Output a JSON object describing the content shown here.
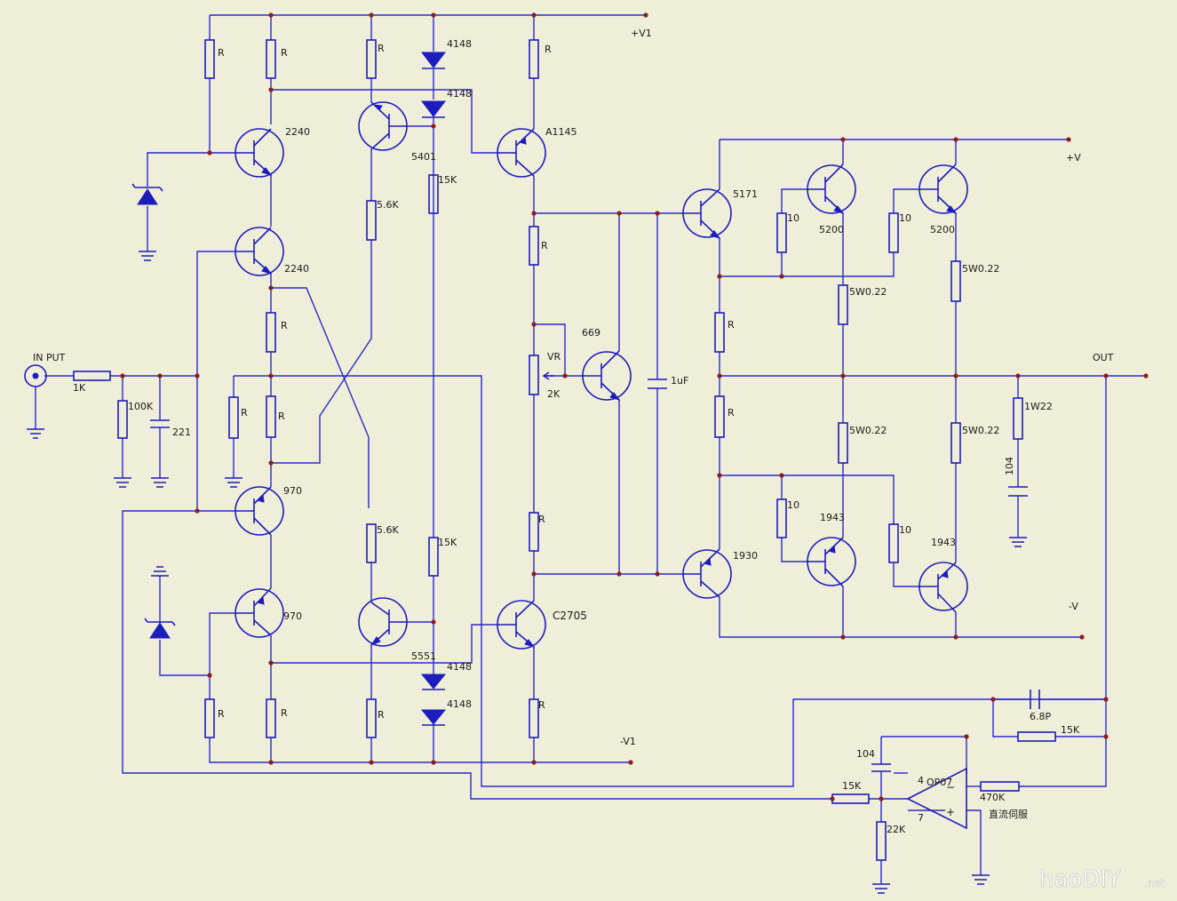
{
  "diagram": {
    "rails": {
      "pos_v1": "+V1",
      "neg_v1": "-V1",
      "pos_v": "+V",
      "neg_v": "-V"
    },
    "io": {
      "input": "IN PUT",
      "output": "OUT"
    },
    "input_network": {
      "series_r": "1K",
      "shunt_r": "100K",
      "shunt_c": "221"
    },
    "resistor_generic": "R",
    "preamp_transistors": {
      "q_top1": "2240",
      "q_top2": "2240",
      "q_bot1": "970",
      "q_bot2": "970"
    },
    "cascode_transistors": {
      "q_upper": "5401",
      "q_lower": "5551",
      "r_upper": "5.6K",
      "r_lower": "5.6K"
    },
    "diodes": {
      "d1": "4148",
      "d2": "4148",
      "d3": "4148",
      "d4": "4148"
    },
    "bias_resistors": {
      "r_upper": "15K",
      "r_lower": "15K"
    },
    "vas_transistors": {
      "q_upper": "A1145",
      "q_lower": "C2705"
    },
    "bias_spreader": {
      "q": "669",
      "pot": "VR",
      "pot_value": "2K",
      "cap": "1uF"
    },
    "drivers": {
      "q_upper": "5171",
      "q_lower": "1930"
    },
    "outputs": {
      "npn1": "5200",
      "npn2": "5200",
      "pnp1": "1943",
      "pnp2": "1943",
      "base_r1": "10",
      "base_r2": "10",
      "base_r3": "10",
      "base_r4": "10",
      "emitter_r1": "5W0.22",
      "emitter_r2": "5W0.22",
      "emitter_r3": "5W0.22",
      "emitter_r4": "5W0.22"
    },
    "zobel": {
      "r": "1W22",
      "c": "104"
    },
    "servo": {
      "opamp": "OP07",
      "pin4": "4",
      "pin7": "7",
      "minus": "−",
      "plus": "+",
      "c_feedback": "6.8P",
      "r_feedback": "15K",
      "c_integrator": "104",
      "r_in": "15K",
      "r_sense": "470K",
      "r_ground": "22K",
      "label": "直流伺服"
    },
    "watermark": {
      "main": "haoDIY",
      "suffix": ".net"
    }
  }
}
